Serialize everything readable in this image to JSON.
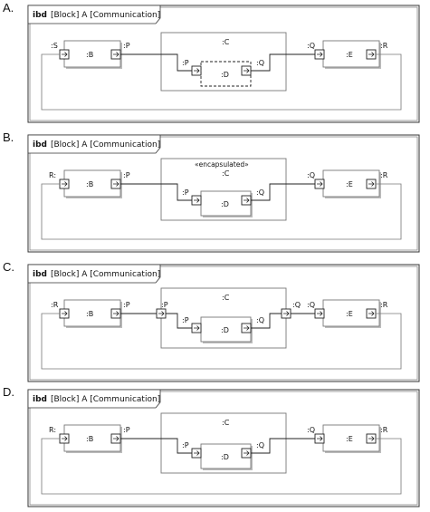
{
  "options": [
    {
      "letter": "A.",
      "header": {
        "keyword": "ibd",
        "text": "[Block] A [Communication]"
      },
      "labels": {
        "b_left_port": ":S",
        "b_name": ":B",
        "b_right_port": ":P",
        "c_name": ":C",
        "d_left_port": ":P",
        "d_name": ":D",
        "d_right_port": ":Q",
        "e_left_port": ":Q",
        "e_name": ":E",
        "e_right_port": ":R"
      }
    },
    {
      "letter": "B.",
      "header": {
        "keyword": "ibd",
        "text": "[Block] A [Communication]"
      },
      "labels": {
        "b_left_port": "R:",
        "b_name": ":B",
        "b_right_port": ":P",
        "c_stereotype": "«encapsulated»",
        "c_name": ":C",
        "d_left_port": ":P",
        "d_name": ":D",
        "d_right_port": ":Q",
        "e_left_port": ":Q",
        "e_name": ":E",
        "e_right_port": ":R"
      }
    },
    {
      "letter": "C.",
      "header": {
        "keyword": "ibd",
        "text": "[Block] A [Communication]"
      },
      "labels": {
        "b_left_port": ":R",
        "b_name": ":B",
        "b_right_port": ":P",
        "c_left_port": ":P",
        "c_name": ":C",
        "c_right_port": ":Q",
        "d_left_port": ":P",
        "d_name": ":D",
        "d_right_port": ":Q",
        "e_left_port": ":Q",
        "e_name": ":E",
        "e_right_port": ":R"
      }
    },
    {
      "letter": "D.",
      "header": {
        "keyword": "ibd",
        "text": "[Block] A [Communication]"
      },
      "labels": {
        "b_left_port": "R:",
        "b_name": ":B",
        "b_right_port": ":P",
        "c_name": ":C",
        "d_left_port": ":P",
        "d_name": ":D",
        "d_right_port": ":Q",
        "e_left_port": ":Q",
        "e_name": ":E",
        "e_right_port": ":R"
      }
    }
  ]
}
